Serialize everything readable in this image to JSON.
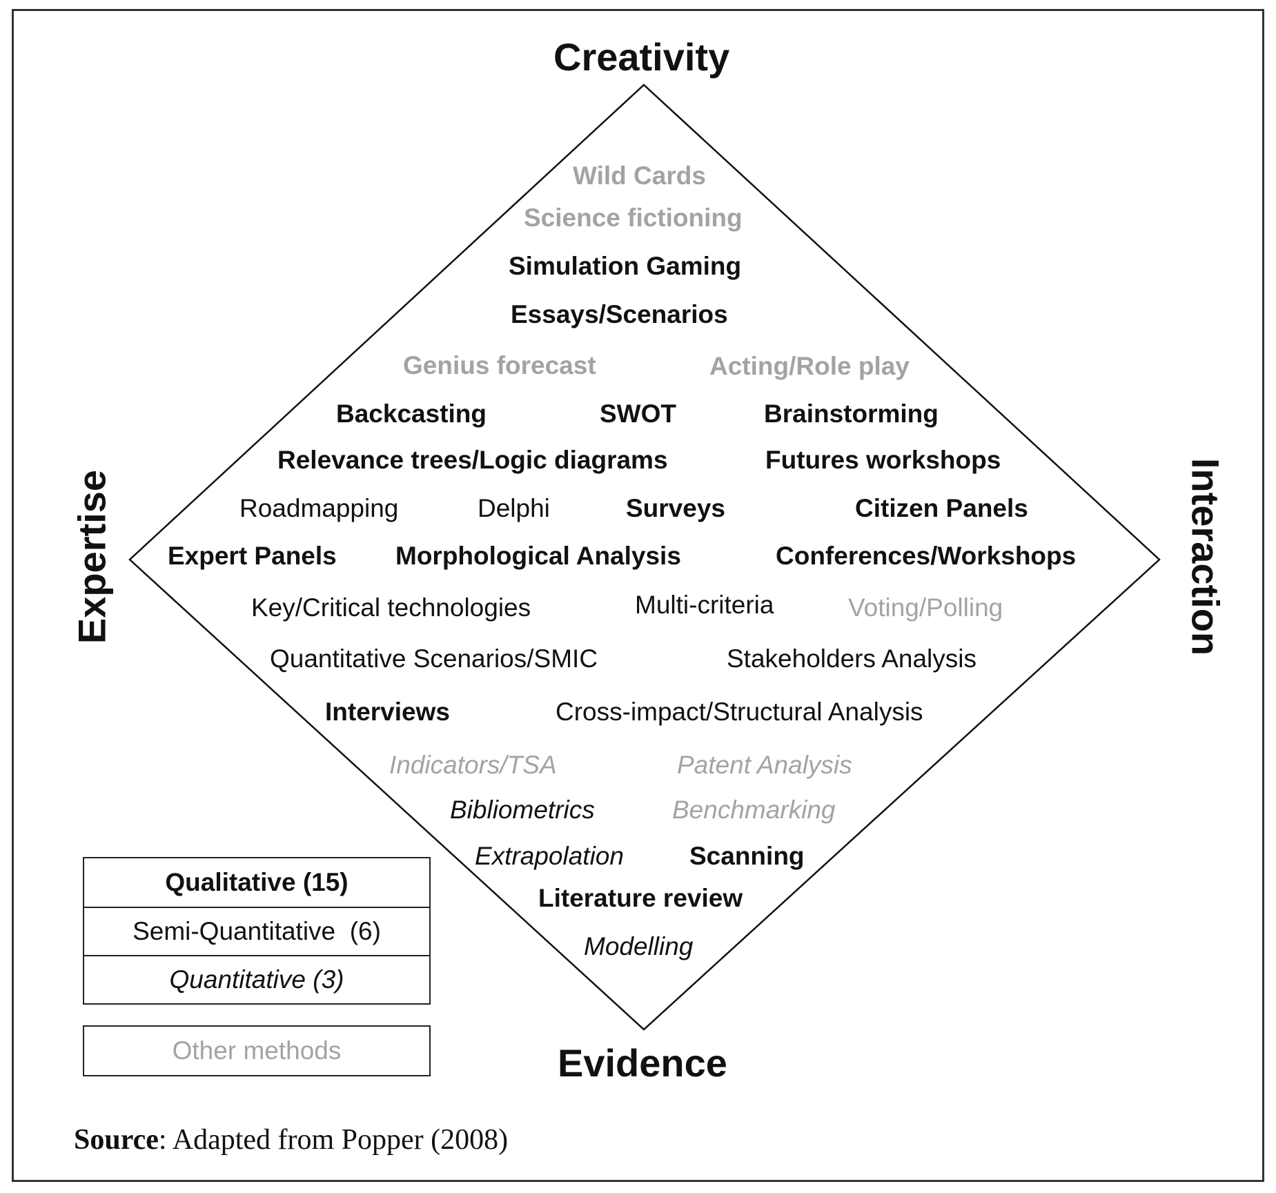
{
  "axes": {
    "top": "Creativity",
    "bottom": "Evidence",
    "left": "Expertise",
    "right": "Interaction"
  },
  "methods": {
    "wild_cards": "Wild Cards",
    "science_fictioning": "Science fictioning",
    "simulation_gaming": "Simulation Gaming",
    "essays_scenarios": "Essays/Scenarios",
    "genius_forecast": "Genius forecast",
    "acting_role_play": "Acting/Role play",
    "backcasting": "Backcasting",
    "swot": "SWOT",
    "brainstorming": "Brainstorming",
    "relevance_trees": "Relevance trees/Logic diagrams",
    "futures_workshops": "Futures workshops",
    "roadmapping": "Roadmapping",
    "delphi": "Delphi",
    "surveys": "Surveys",
    "citizen_panels": "Citizen Panels",
    "expert_panels": "Expert Panels",
    "morphological_analysis": "Morphological Analysis",
    "conferences_workshops": "Conferences/Workshops",
    "key_critical_technologies": "Key/Critical technologies",
    "multi_criteria": "Multi-criteria",
    "voting_polling": "Voting/Polling",
    "quantitative_scenarios": "Quantitative Scenarios/SMIC",
    "stakeholders_analysis": "Stakeholders Analysis",
    "interviews": "Interviews",
    "cross_impact": "Cross-impact/Structural Analysis",
    "indicators_tsa": "Indicators/TSA",
    "patent_analysis": "Patent Analysis",
    "bibliometrics": "Bibliometrics",
    "benchmarking": "Benchmarking",
    "extrapolation": "Extrapolation",
    "scanning": "Scanning",
    "literature_review": "Literature review",
    "modelling": "Modelling"
  },
  "legend": {
    "qualitative": "Qualitative (15)",
    "semi_quantitative": "Semi-Quantitative  (6)",
    "quantitative": "Quantitative (3)",
    "other": "Other methods"
  },
  "source": {
    "label": "Source",
    "text": ": Adapted from Popper (2008)"
  },
  "colors": {
    "main_text": "#111111",
    "other_methods_gray": "#a3a3a3",
    "border": "#333333"
  }
}
